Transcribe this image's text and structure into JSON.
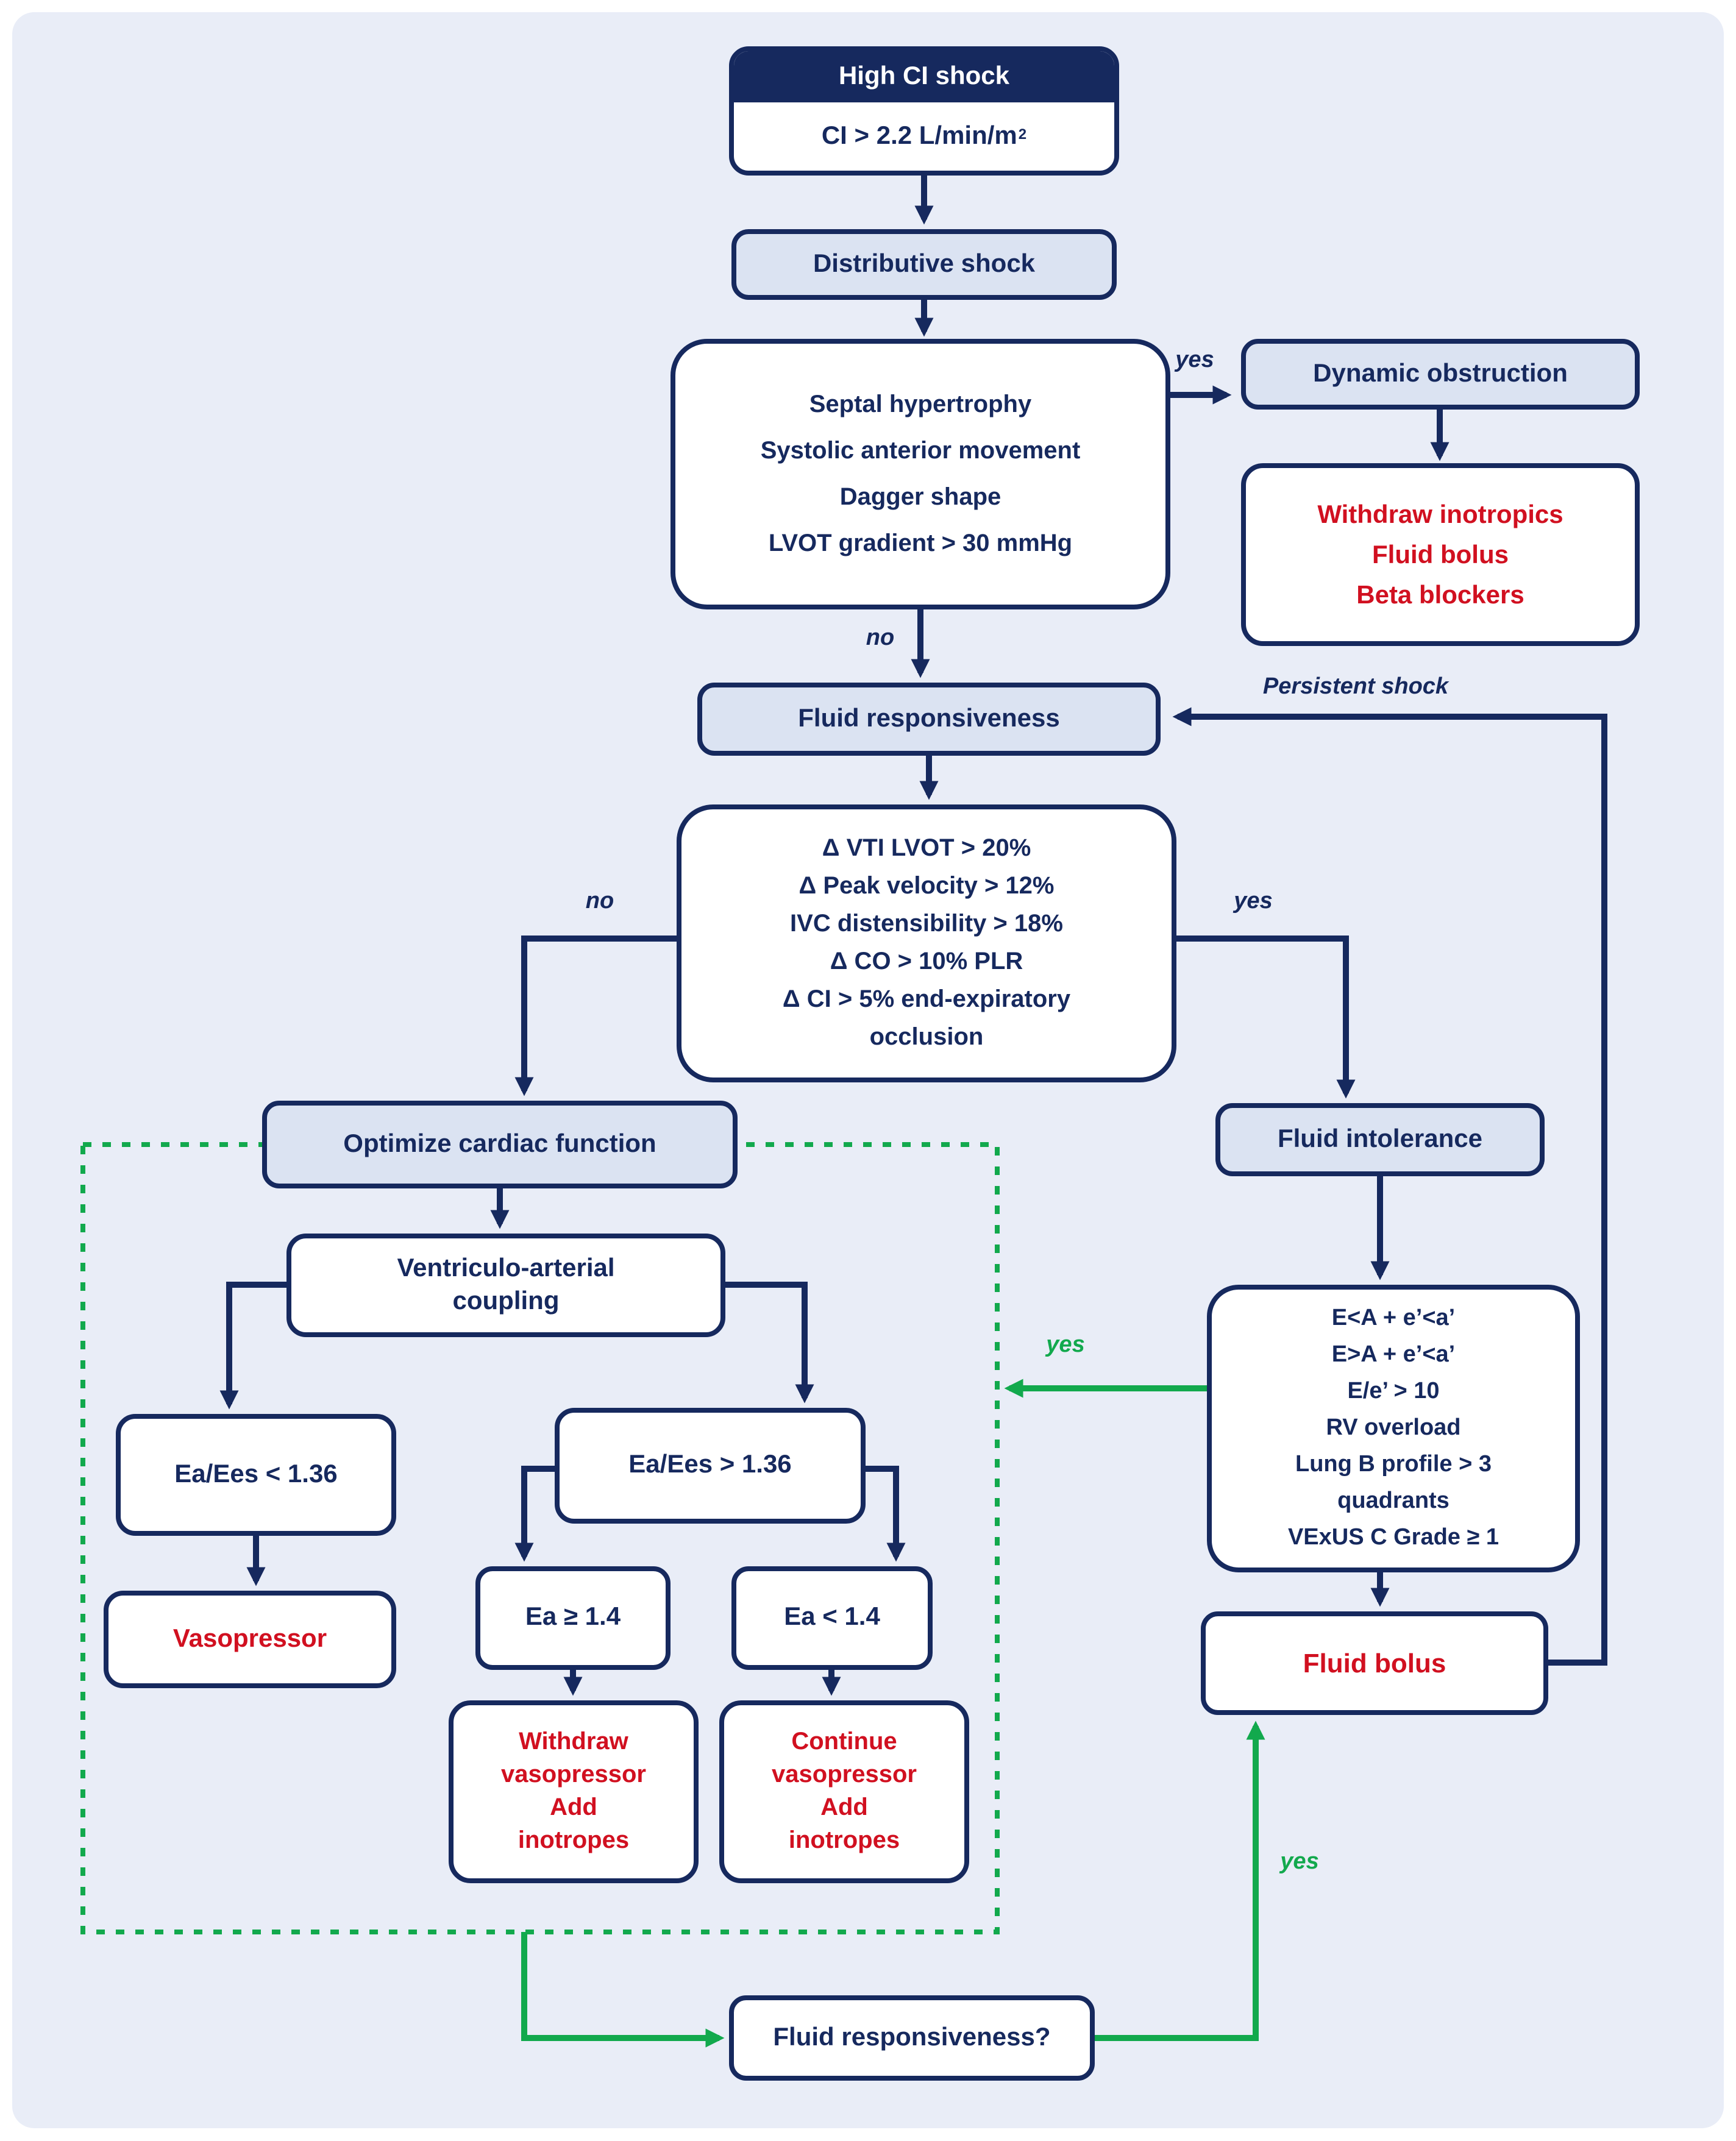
{
  "palette": {
    "navy": "#16295e",
    "light_blue_fill": "#dbe3f2",
    "panel_background": "#e9edf7",
    "red": "#d11020",
    "green": "#12a94d"
  },
  "nodes": {
    "high_ci": {
      "title": "High CI shock",
      "criteria": "CI > 2.2 L/min/m",
      "sup": "2"
    },
    "distributive": {
      "label": "Distributive shock"
    },
    "obstruction_criteria": {
      "lines": [
        "Septal hypertrophy",
        "Systolic anterior movement",
        "Dagger shape",
        "LVOT gradient > 30 mmHg"
      ]
    },
    "dynamic_obstruction": {
      "label": "Dynamic obstruction"
    },
    "obstruction_tx": {
      "lines": [
        "Withdraw inotropics",
        "Fluid bolus",
        "Beta blockers"
      ]
    },
    "fluid_responsiveness": {
      "label": "Fluid responsiveness"
    },
    "fr_criteria": {
      "lines": [
        "Δ VTI LVOT > 20%",
        "Δ Peak velocity > 12%",
        "IVC distensibility > 18%",
        "Δ CO > 10% PLR",
        "Δ CI > 5% end-expiratory",
        "occlusion"
      ]
    },
    "optimize": {
      "label": "Optimize cardiac function"
    },
    "va_coupling": {
      "lines": [
        "Ventriculo-arterial",
        "coupling"
      ]
    },
    "ea_ees_low": {
      "label": "Ea/Ees < 1.36"
    },
    "ea_ees_high": {
      "label": "Ea/Ees > 1.36"
    },
    "vasopressor": {
      "label": "Vasopressor"
    },
    "ea_high": {
      "label": "Ea ≥ 1.4"
    },
    "ea_low": {
      "label": "Ea < 1.4"
    },
    "withdraw_vaso": {
      "lines": [
        "Withdraw",
        "vasopressor",
        "Add",
        "inotropes"
      ]
    },
    "continue_vaso": {
      "lines": [
        "Continue",
        "vasopressor",
        "Add",
        "inotropes"
      ]
    },
    "fluid_intolerance": {
      "label": "Fluid intolerance"
    },
    "fi_criteria": {
      "lines": [
        "E<A + e’<a’",
        "E>A + e’<a’",
        "E/e’ > 10",
        "RV overload",
        "Lung B profile > 3",
        "quadrants",
        "VExUS C Grade ≥ 1"
      ]
    },
    "fluid_bolus": {
      "label": "Fluid bolus"
    },
    "fluid_resp_q": {
      "label": "Fluid responsiveness?"
    }
  },
  "edge_labels": {
    "yes_dynamic": "yes",
    "no_dynamic": "no",
    "no_responsive": "no",
    "yes_responsive": "yes",
    "persistent": "Persistent shock",
    "yes_intolerant": "yes",
    "yes_bolus": "yes"
  }
}
